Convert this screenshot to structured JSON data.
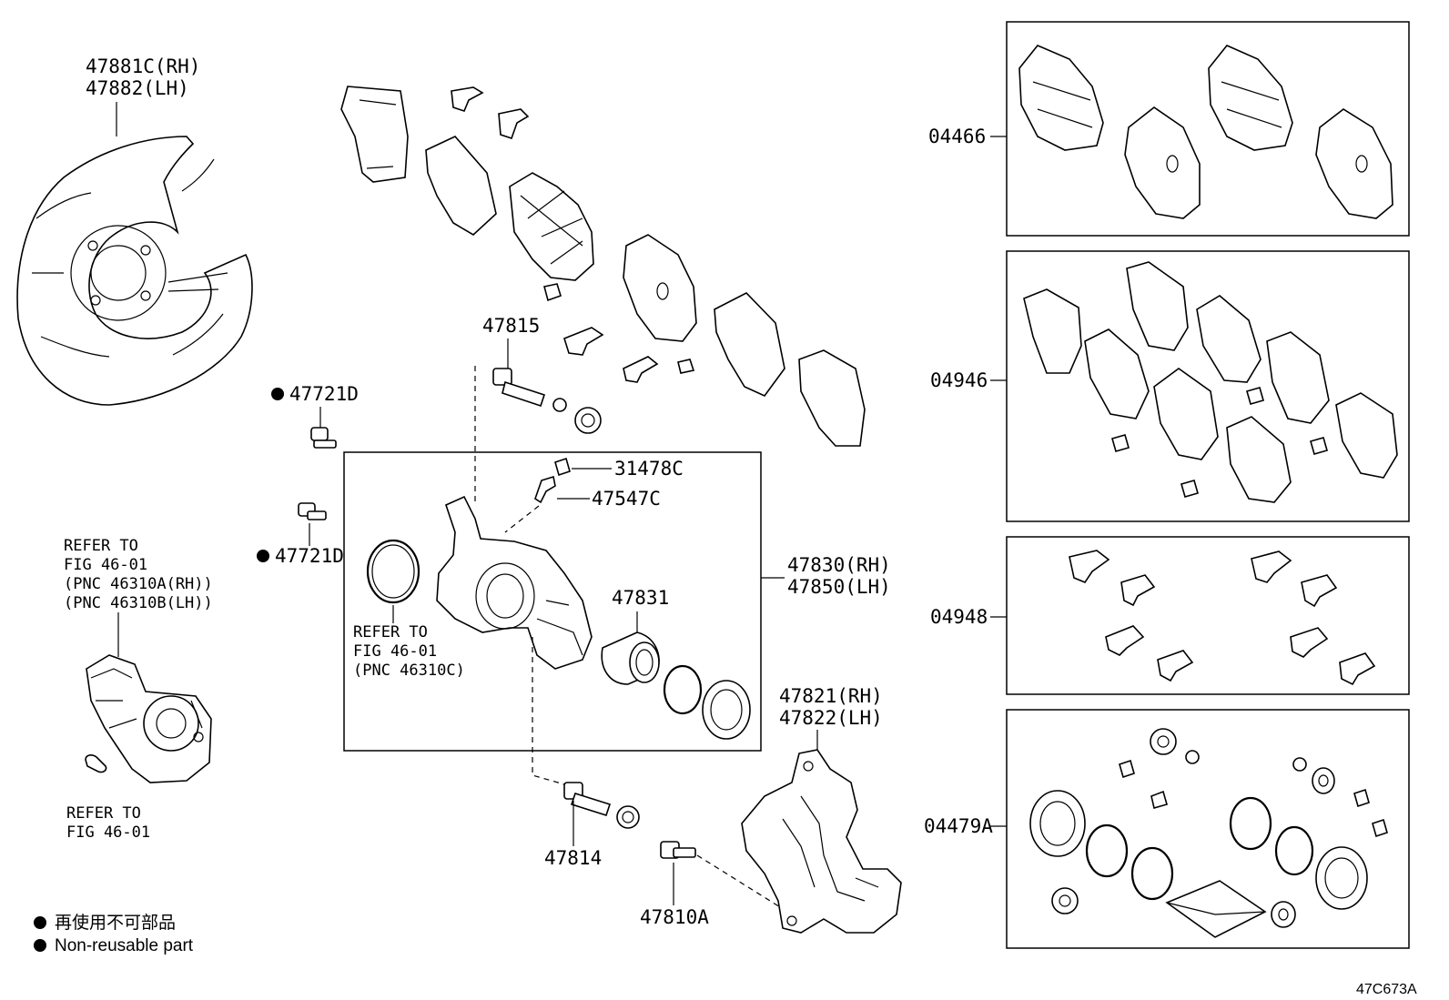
{
  "labels": {
    "shield": [
      "47881C(RH)",
      "47882(LH)"
    ],
    "p47721D_top": "47721D",
    "p47721D_bottom": "47721D",
    "p47815": "47815",
    "p31478C": "31478C",
    "p47547C": "47547C",
    "caliper_assy": [
      "47830(RH)",
      "47850(LH)"
    ],
    "p47831": "47831",
    "mounting": [
      "47821(RH)",
      "47822(LH)"
    ],
    "p47814": "47814",
    "p47810A": "47810A",
    "kit_pads": "04466",
    "kit_shims": "04946",
    "kit_clips": "04948",
    "kit_seals": "04479A"
  },
  "refs": {
    "motor_ref": [
      "REFER TO",
      "FIG 46-01",
      "(PNC 46310A(RH))",
      "(PNC 46310B(LH))"
    ],
    "motor_ref2": [
      "REFER TO",
      "FIG 46-01"
    ],
    "caliper_ref": [
      "REFER TO",
      "FIG 46-01",
      "(PNC 46310C)"
    ]
  },
  "legend": {
    "line1": "再使用不可部品",
    "line2": "Non-reusable part"
  },
  "diagram_code": "47C673A"
}
